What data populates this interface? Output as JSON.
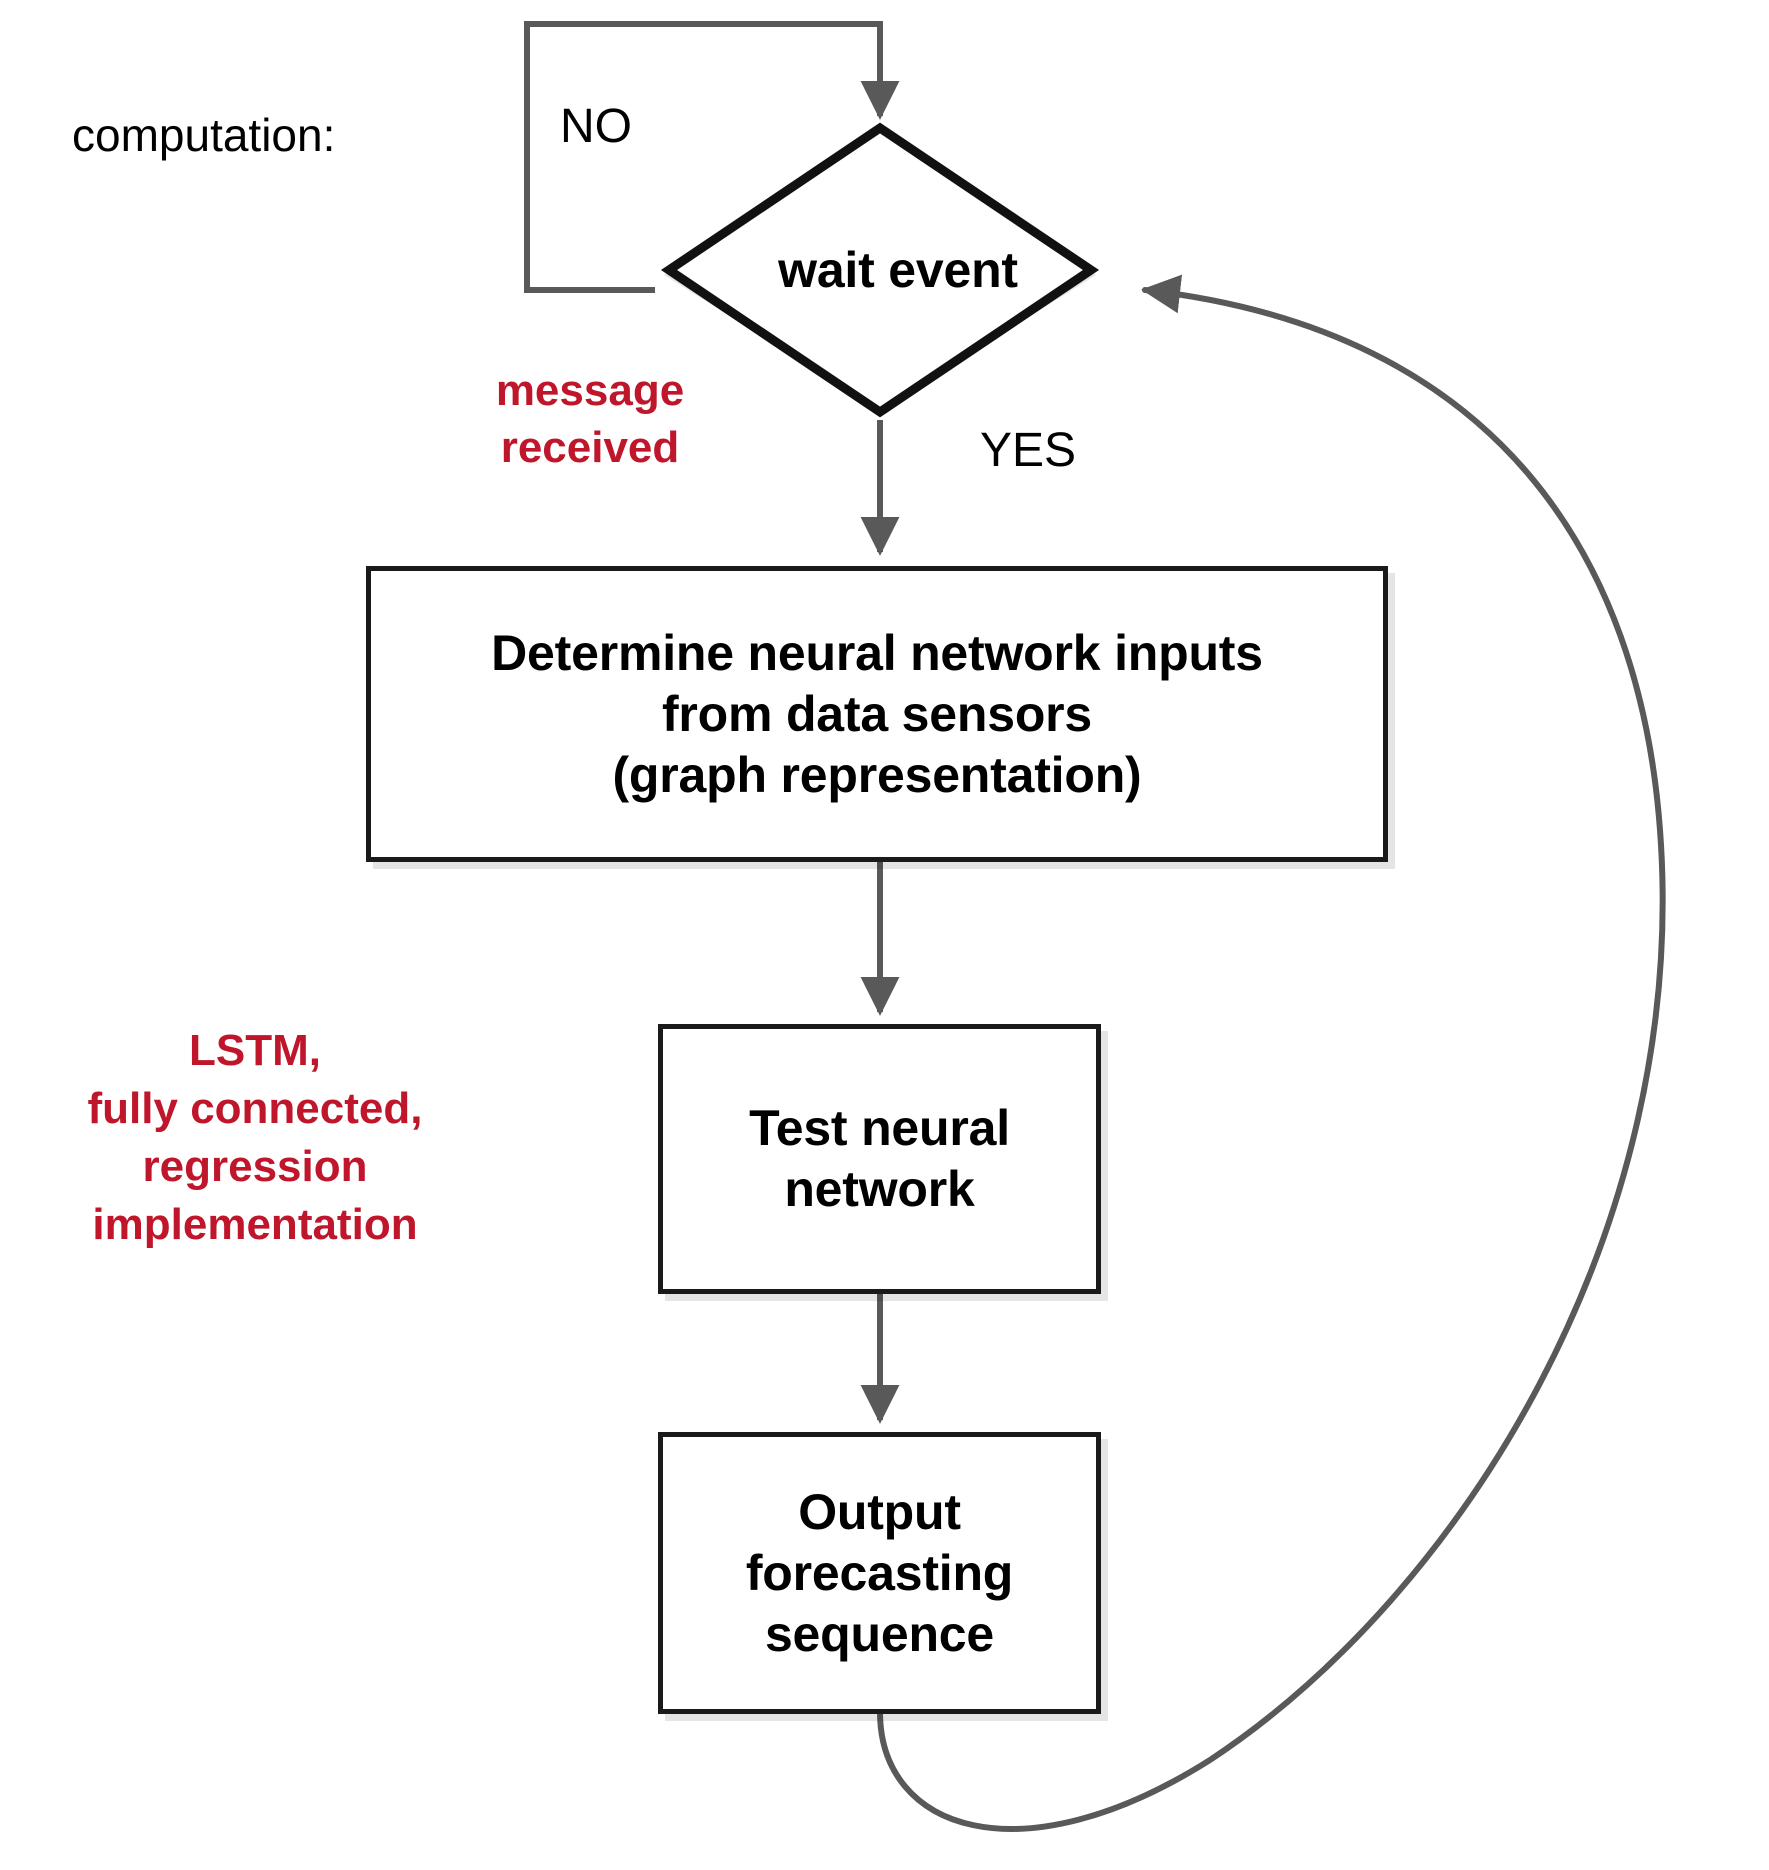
{
  "diagram": {
    "title": "computation flowchart",
    "colors": {
      "node_border": "#1a1a1a",
      "node_fill": "#ffffff",
      "connector": "#595959",
      "annotation_red": "#c0162c",
      "text_black": "#000000"
    },
    "labels": {
      "computation": "computation:",
      "no": "NO",
      "yes": "YES",
      "message_received": "message\nreceived",
      "lstm_note": "LSTM,\nfully connected,\nregression\nimplementation"
    },
    "nodes": [
      {
        "id": "wait-event",
        "type": "decision",
        "text": "wait event"
      },
      {
        "id": "determine-inputs",
        "type": "process",
        "text": "Determine neural network inputs\nfrom data sensors\n(graph representation)"
      },
      {
        "id": "test-network",
        "type": "process",
        "text": "Test neural\nnetwork"
      },
      {
        "id": "output-forecast",
        "type": "process",
        "text": "Output\nforecasting\nsequence"
      }
    ],
    "edges": [
      {
        "id": "no-loop",
        "from": "wait-event",
        "to": "wait-event",
        "label": "NO"
      },
      {
        "id": "yes-edge",
        "from": "wait-event",
        "to": "determine-inputs",
        "label": "YES"
      },
      {
        "id": "inputs-to-test",
        "from": "determine-inputs",
        "to": "test-network",
        "label": ""
      },
      {
        "id": "test-to-output",
        "from": "test-network",
        "to": "output-forecast",
        "label": ""
      },
      {
        "id": "feedback-loop",
        "from": "output-forecast",
        "to": "wait-event",
        "label": ""
      }
    ]
  }
}
